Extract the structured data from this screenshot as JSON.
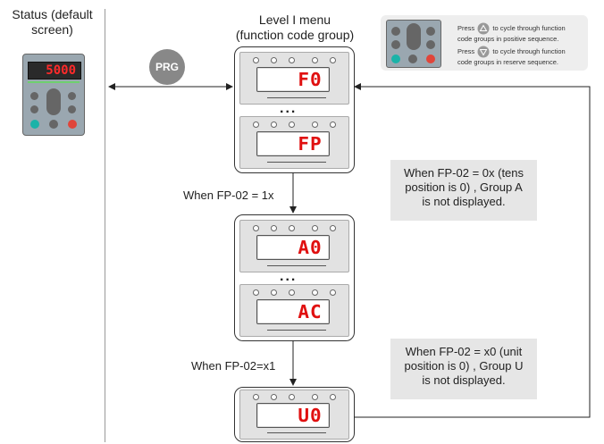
{
  "status": {
    "title_line1": "Status (default",
    "title_line2": "screen)",
    "display_value": "5000"
  },
  "level1": {
    "title_line1": "Level I menu",
    "title_line2": "(function code group)"
  },
  "prg_button": {
    "label": "PRG"
  },
  "legend": {
    "up_prefix": "Press",
    "up_text_line1": "to cycle through function",
    "up_text_line2": "code groups in positive sequence.",
    "down_prefix": "Press",
    "down_text_line1": "to cycle through function",
    "down_text_line2": "code groups in reserve sequence."
  },
  "groups": [
    {
      "displays": [
        "F0",
        "FP"
      ],
      "ellipsis": "..."
    },
    {
      "displays": [
        "A0",
        "AC"
      ],
      "ellipsis": "..."
    },
    {
      "displays": [
        "U0"
      ]
    }
  ],
  "conditions": {
    "fp02_1x": "When FP-02 = 1x",
    "fp02_x1": "When FP-02=x1"
  },
  "notes": {
    "group_a_line1": "When FP-02 = 0x (tens",
    "group_a_line2": "position is 0) , Group A",
    "group_a_line3": "is not displayed.",
    "group_u_line1": "When FP-02 = x0 (unit",
    "group_u_line2": "position is 0) , Group U",
    "group_u_line3": "is not displayed."
  },
  "colors": {
    "lcd_text": "#e01010",
    "note_bg": "#e6e6e6",
    "prg": "#888888",
    "keypad_bg": "#9aa7b0"
  }
}
